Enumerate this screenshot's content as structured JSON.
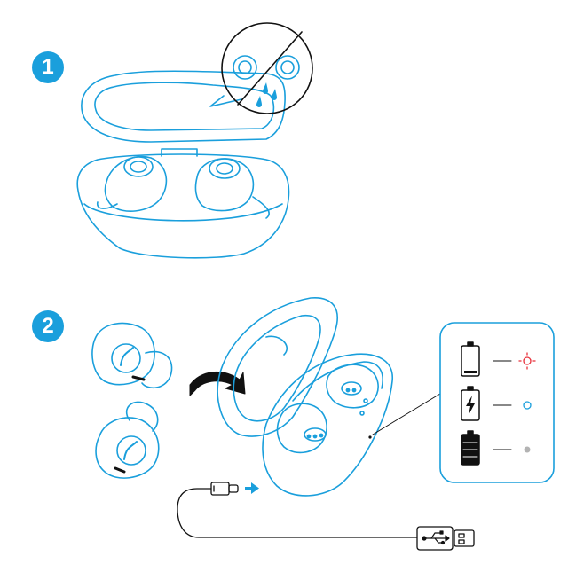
{
  "steps": [
    {
      "number": "1"
    },
    {
      "number": "2"
    }
  ],
  "colors": {
    "accent": "#1a9fdc",
    "outline": "#1a9fdc",
    "led_red": "#e8323c",
    "led_blue": "#1a9fdc",
    "led_off": "#b3b3b3",
    "ink": "#111111"
  },
  "icons": {
    "no_water": "no-water-icon",
    "rotate_arrow": "rotate-arrow-icon",
    "usb": "usb-icon",
    "battery_low": "battery-low-icon",
    "battery_charging": "battery-charging-icon",
    "battery_full": "battery-full-icon"
  },
  "led_states": [
    {
      "battery": "low",
      "light": "red"
    },
    {
      "battery": "charging",
      "light": "blue"
    },
    {
      "battery": "full",
      "light": "off"
    }
  ]
}
